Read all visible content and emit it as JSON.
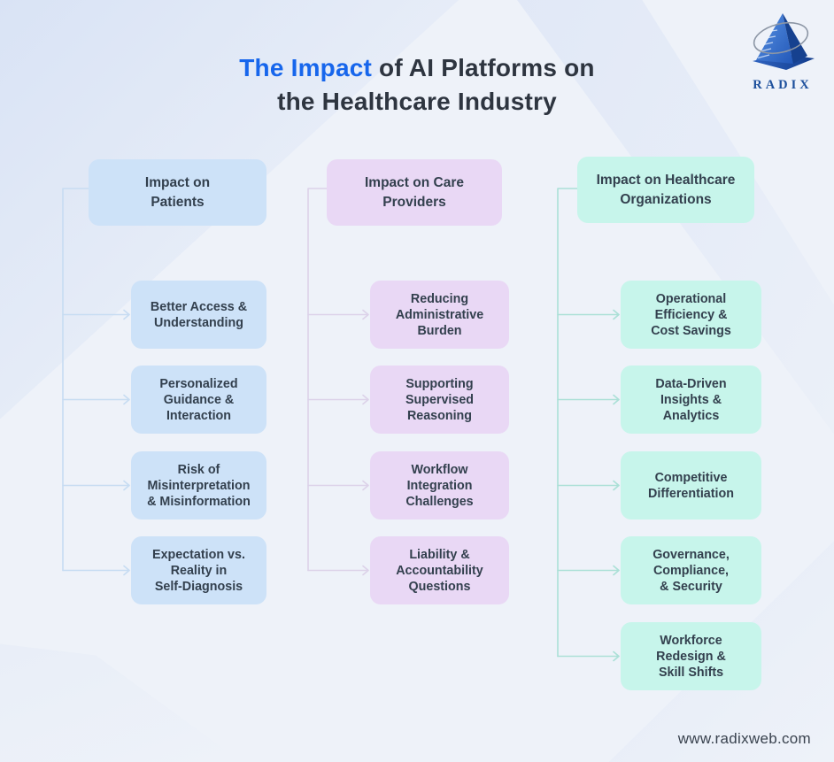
{
  "title": {
    "highlight": "The Impact",
    "rest": " of AI Platforms on",
    "line2": "the Healthcare Industry"
  },
  "logo": {
    "brand": "RADIX"
  },
  "theme": {
    "bg": "#eef2f9",
    "title-accent": "#1766ec",
    "title-dark": "#2e3540",
    "text-dark": "#33404e",
    "col1-box": "#cde2f8",
    "col2-box": "#e9d8f5",
    "col3-box": "#c7f5eb",
    "col1-line": "#c7dcf2",
    "col2-line": "#dcd2e9",
    "col3-line": "#abe0d7",
    "logo-blue": "#1c4f9c"
  },
  "columns": [
    {
      "title": "Impact on\nPatients",
      "items": [
        {
          "label": "Better Access &\nUnderstanding"
        },
        {
          "label": "Personalized\nGuidance &\nInteraction"
        },
        {
          "label": "Risk of\nMisinterpretation\n& Misinformation"
        },
        {
          "label": "Expectation vs.\nReality in\nSelf-Diagnosis"
        }
      ]
    },
    {
      "title": "Impact on Care\nProviders",
      "items": [
        {
          "label": "Reducing\nAdministrative\nBurden"
        },
        {
          "label": "Supporting\nSupervised\nReasoning"
        },
        {
          "label": "Workflow\nIntegration\nChallenges"
        },
        {
          "label": "Liability &\nAccountability\nQuestions"
        }
      ]
    },
    {
      "title": "Impact on Healthcare\nOrganizations",
      "items": [
        {
          "label": "Operational\nEfficiency &\nCost Savings"
        },
        {
          "label": "Data-Driven\nInsights &\nAnalytics"
        },
        {
          "label": "Competitive\nDifferentiation"
        },
        {
          "label": "Governance,\nCompliance,\n& Security"
        },
        {
          "label": "Workforce\nRedesign &\nSkill Shifts"
        }
      ]
    }
  ],
  "footer": {
    "website": "www.radixweb.com"
  }
}
